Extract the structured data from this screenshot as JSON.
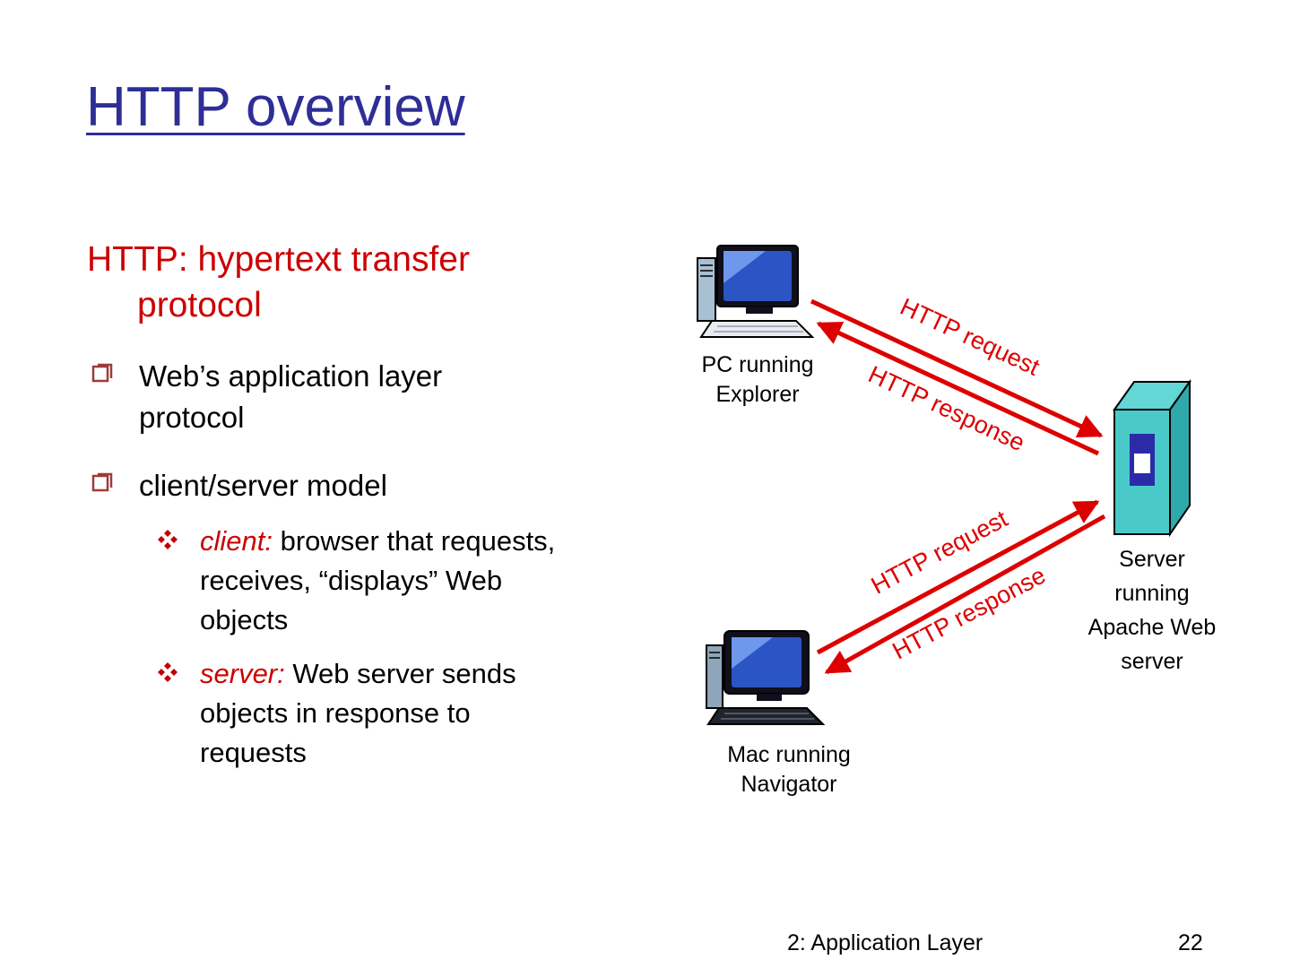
{
  "title": "HTTP overview",
  "content": {
    "heading": {
      "line1": "HTTP: hypertext transfer",
      "line2": "protocol"
    },
    "bullet_icon": "shadowed-square",
    "sub_bullet_icon": "diamond-cluster",
    "bullets": [
      {
        "text": "Web’s application layer protocol"
      },
      {
        "text": "client/server model"
      }
    ],
    "sub_bullets": [
      {
        "lead": "client:",
        "rest": " browser that requests, receives, “displays” Web objects"
      },
      {
        "lead": "server:",
        "rest": " Web server sends objects in response to requests"
      }
    ]
  },
  "diagram": {
    "pc_label_line1": "PC running",
    "pc_label_line2": "Explorer",
    "mac_label_line1": "Mac running",
    "mac_label_line2": "Navigator",
    "server_label": [
      "Server",
      "running",
      "Apache Web",
      "server"
    ],
    "arrows": {
      "pc_request": "HTTP request",
      "pc_response": "HTTP response",
      "mac_request": "HTTP request",
      "mac_response": "HTTP response"
    }
  },
  "footer": {
    "section": "2: Application Layer",
    "page": "22"
  },
  "colors": {
    "title_blue": "#2E2E96",
    "accent_red": "#CC0000",
    "arrow_red": "#DD0000",
    "server_teal": "#4AC9C9"
  }
}
